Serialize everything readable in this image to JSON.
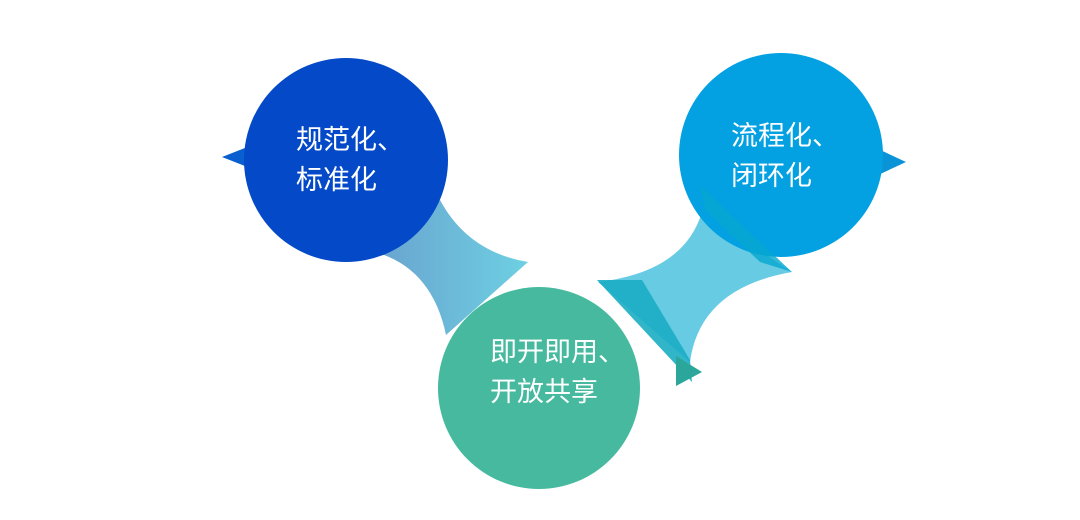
{
  "nodes": [
    {
      "line1": "规范化、",
      "line2": "标准化",
      "color": "#0349c8"
    },
    {
      "line1": "即开即用、",
      "line2": "开放共享",
      "color": "#46b99f"
    },
    {
      "line1": "流程化、",
      "line2": "闭环化",
      "color": "#03a0e2"
    }
  ],
  "connector_colors": {
    "left_start": "#6aa3cf",
    "left_end": "#6dd0e2",
    "right": "#66cbe3",
    "fold": "#19adc3"
  }
}
